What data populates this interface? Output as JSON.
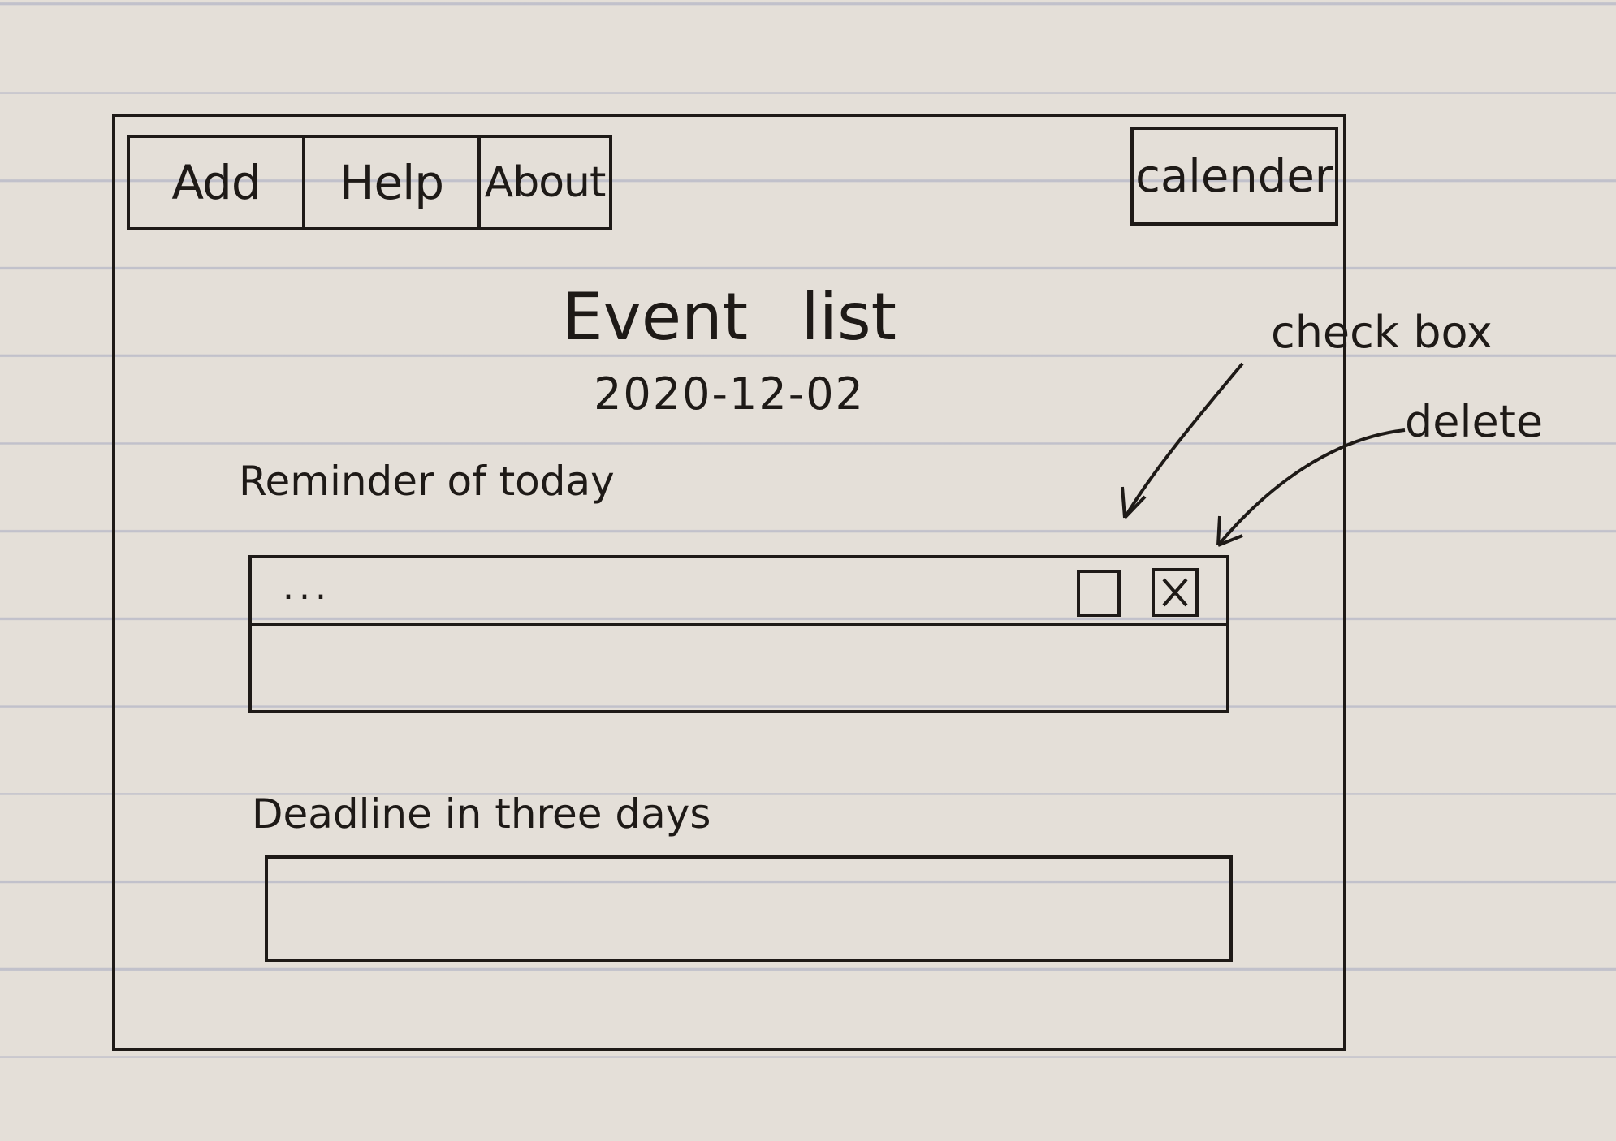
{
  "menu": {
    "items": [
      {
        "label": "Add"
      },
      {
        "label": "Help"
      },
      {
        "label": "About"
      }
    ],
    "calendar_label": "calender"
  },
  "header": {
    "title": "Event list",
    "date": "2020-12-02"
  },
  "reminders": {
    "heading": "Reminder of today",
    "rows": [
      {
        "text": "..."
      }
    ]
  },
  "deadlines": {
    "heading": "Deadline in three days"
  },
  "annotations": {
    "checkbox": "check box",
    "delete": "delete"
  },
  "colors": {
    "paper": "#e4dfd8",
    "ink": "#1e1a17",
    "rule_lines": "#7882af"
  }
}
